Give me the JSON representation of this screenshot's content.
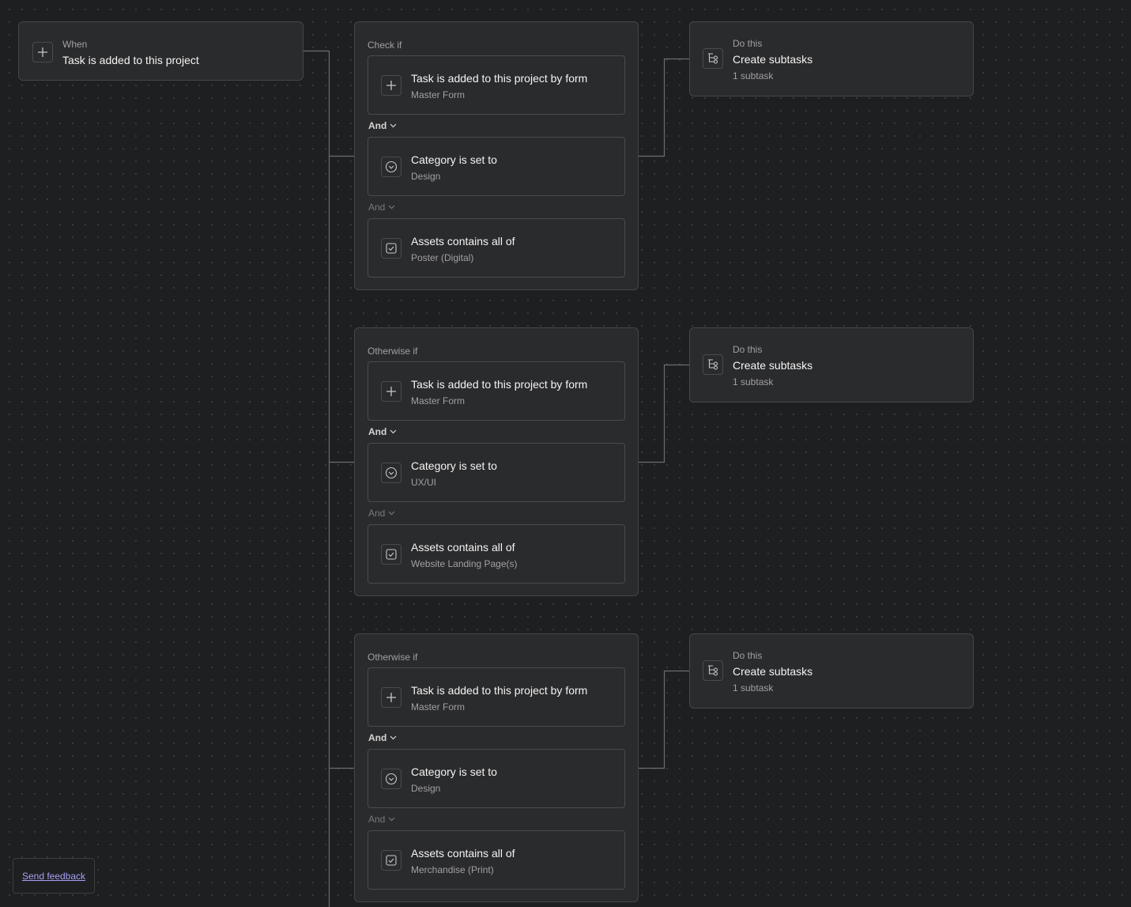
{
  "trigger": {
    "label": "When",
    "title": "Task is added to this project",
    "icon": "plus-icon"
  },
  "groups": [
    {
      "title": "Check if",
      "conditions": [
        {
          "title": "Task is added to this project by form",
          "value": "Master Form",
          "icon": "plus-icon"
        },
        {
          "title": "Category is set to",
          "value": "Design",
          "icon": "dropdown-circle-icon"
        },
        {
          "title": "Assets contains all of",
          "value": "Poster (Digital)",
          "icon": "checkbox-icon"
        }
      ],
      "conjunctions": [
        "And",
        "And"
      ],
      "action": {
        "label": "Do this",
        "title": "Create subtasks",
        "detail": "1 subtask",
        "icon": "subtasks-icon"
      }
    },
    {
      "title": "Otherwise if",
      "conditions": [
        {
          "title": "Task is added to this project by form",
          "value": "Master Form",
          "icon": "plus-icon"
        },
        {
          "title": "Category is set to",
          "value": "UX/UI",
          "icon": "dropdown-circle-icon"
        },
        {
          "title": "Assets contains all of",
          "value": "Website Landing Page(s)",
          "icon": "checkbox-icon"
        }
      ],
      "conjunctions": [
        "And",
        "And"
      ],
      "action": {
        "label": "Do this",
        "title": "Create subtasks",
        "detail": "1 subtask",
        "icon": "subtasks-icon"
      }
    },
    {
      "title": "Otherwise if",
      "conditions": [
        {
          "title": "Task is added to this project by form",
          "value": "Master Form",
          "icon": "plus-icon"
        },
        {
          "title": "Category is set to",
          "value": "Design",
          "icon": "dropdown-circle-icon"
        },
        {
          "title": "Assets contains all of",
          "value": "Merchandise (Print)",
          "icon": "checkbox-icon"
        }
      ],
      "conjunctions": [
        "And",
        "And"
      ],
      "action": {
        "label": "Do this",
        "title": "Create subtasks",
        "detail": "1 subtask",
        "icon": "subtasks-icon"
      }
    }
  ],
  "feedback": {
    "label": "Send feedback"
  },
  "colors": {
    "background": "#1e1f21",
    "card": "#2a2b2d",
    "border": "#454649",
    "connector": "#6d6e6f",
    "link": "#a6a0f5"
  }
}
